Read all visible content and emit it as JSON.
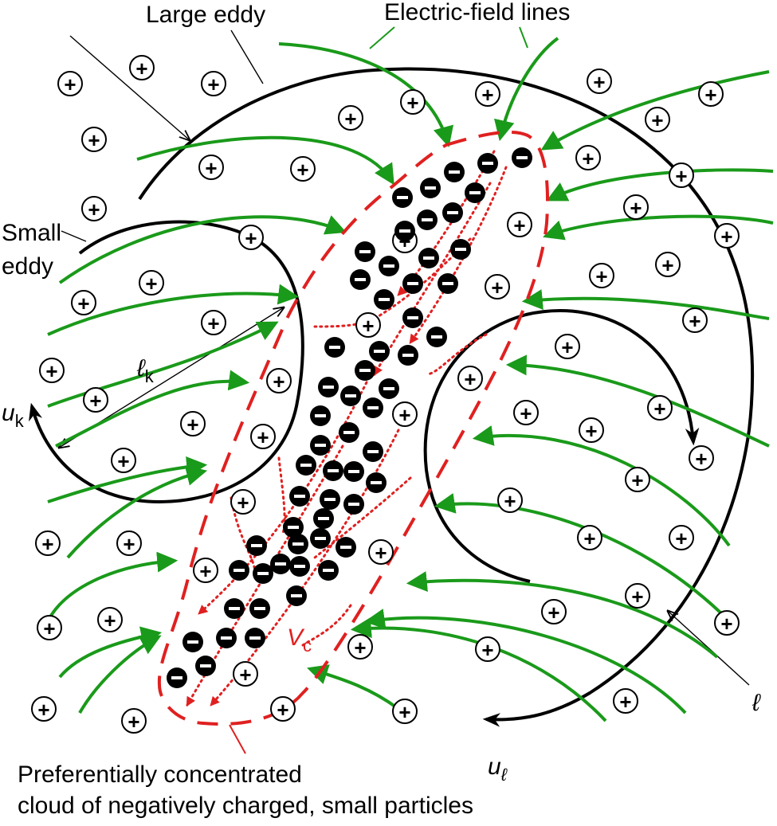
{
  "labels": {
    "large_eddy": "Large eddy",
    "electric_field_lines": "Electric-field lines",
    "small_eddy_line1": "Small",
    "small_eddy_line2": "eddy",
    "lk_symbol": "ℓ",
    "lk_sub": "k",
    "uk_symbol": "u",
    "uk_sub": "k",
    "vc_symbol": "V",
    "vc_sub": "c",
    "l_symbol": "ℓ",
    "ul_symbol": "u",
    "ul_sub": "ℓ",
    "caption_line1": "Preferentially concentrated",
    "caption_line2": "cloud of negatively charged, small particles"
  },
  "symbols": {
    "positive": "+",
    "negative": "−"
  },
  "colors": {
    "field_lines": "#1a9a1a",
    "cloud_boundary": "#e02020",
    "eddies": "#000000",
    "negative_particle": "#000000",
    "positive_ion": "#ffffff"
  }
}
